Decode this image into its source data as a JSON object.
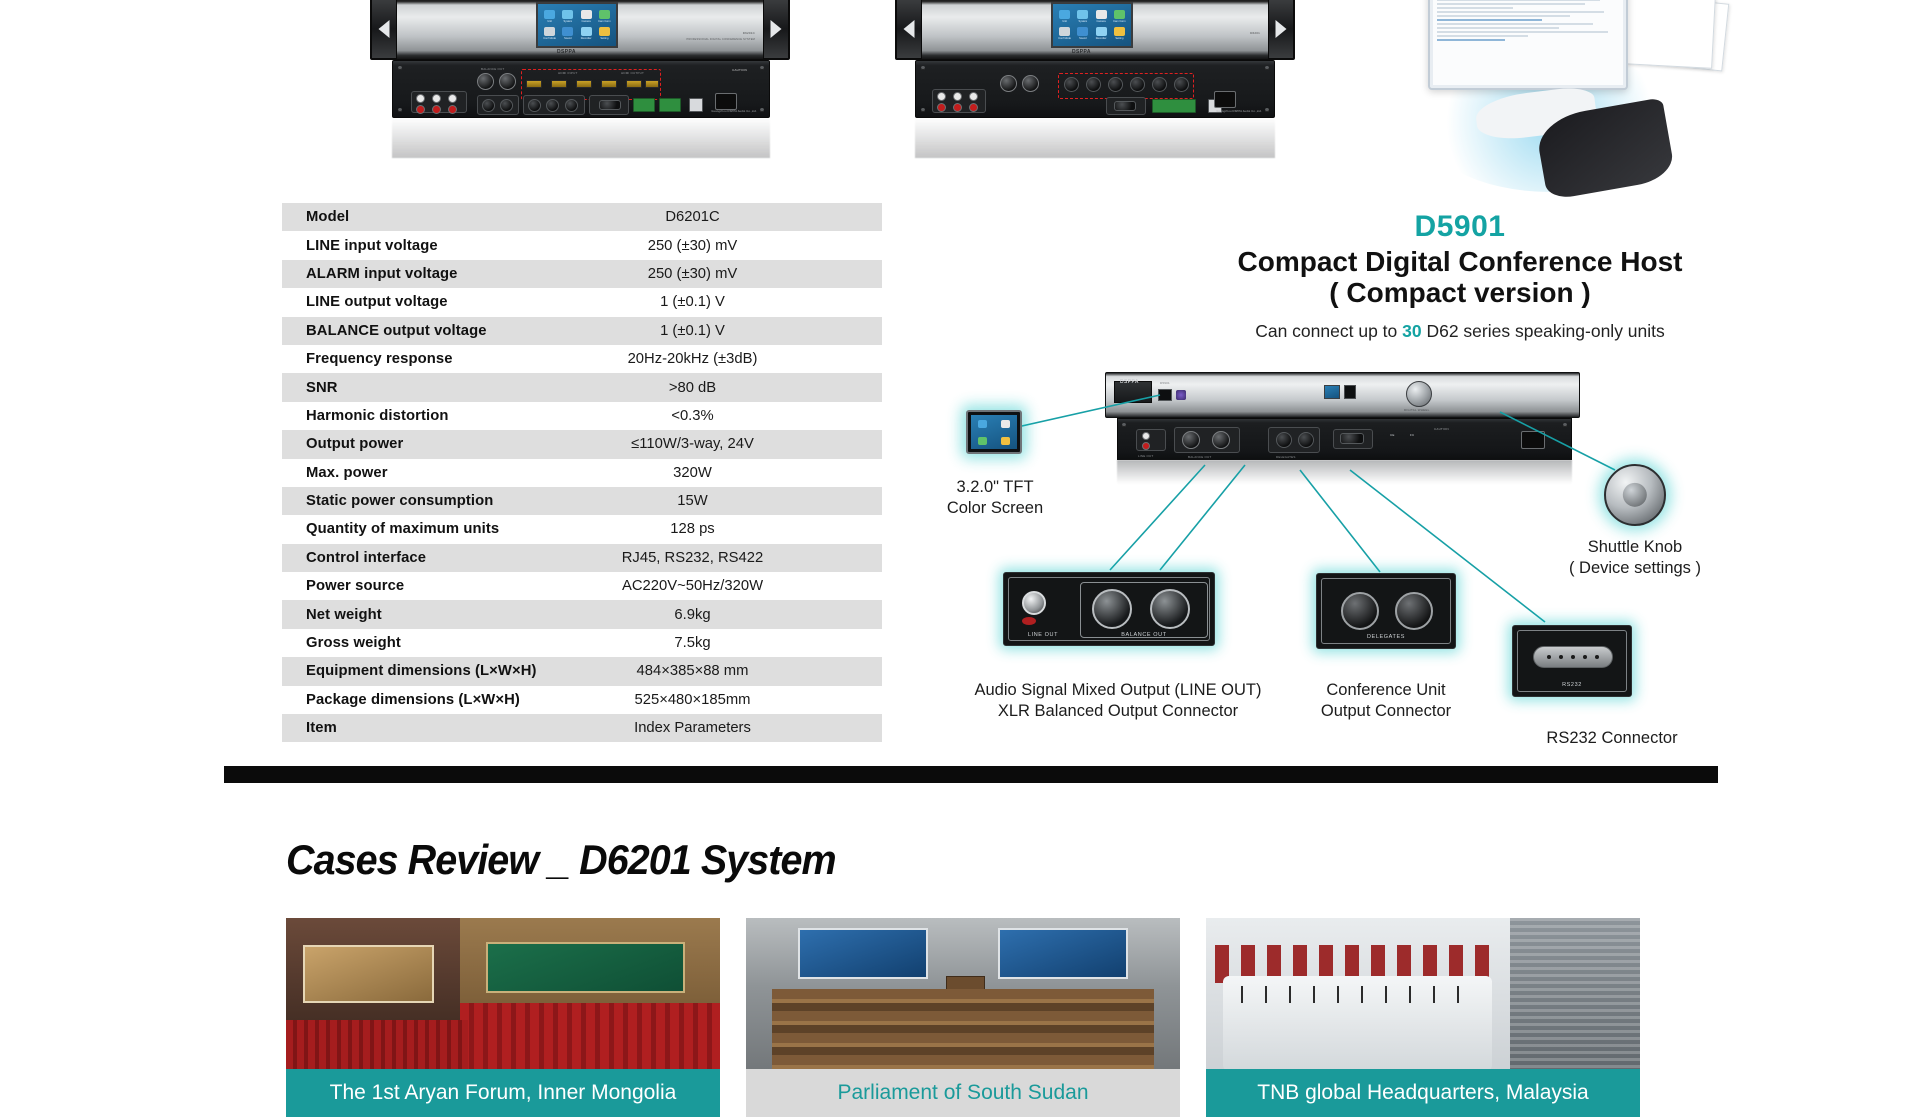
{
  "spec_table": {
    "rows": [
      {
        "label": "Model",
        "value": "D6201C"
      },
      {
        "label": "LINE input voltage",
        "value": "250 (±30) mV"
      },
      {
        "label": "ALARM input voltage",
        "value": "250 (±30) mV"
      },
      {
        "label": "LINE output voltage",
        "value": "1 (±0.1) V"
      },
      {
        "label": "BALANCE output voltage",
        "value": "1 (±0.1) V"
      },
      {
        "label": "Frequency response",
        "value": "20Hz-20kHz (±3dB)"
      },
      {
        "label": "SNR",
        "value": ">80 dB"
      },
      {
        "label": "Harmonic distortion",
        "value": "<0.3%"
      },
      {
        "label": "Output power",
        "value": "≤110W/3-way, 24V"
      },
      {
        "label": "Max. power",
        "value": "320W"
      },
      {
        "label": "Static power consumption",
        "value": "15W"
      },
      {
        "label": "Quantity of maximum units",
        "value": "128 ps"
      },
      {
        "label": "Control interface",
        "value": "RJ45, RS232, RS422"
      },
      {
        "label": "Power source",
        "value": "AC220V~50Hz/320W"
      },
      {
        "label": "Net weight",
        "value": "6.9kg"
      },
      {
        "label": "Gross weight",
        "value": "7.5kg"
      },
      {
        "label": "Equipment dimensions (L×W×H)",
        "value": "484×385×88 mm"
      },
      {
        "label": "Package dimensions (L×W×H)",
        "value": "525×480×185mm"
      },
      {
        "label": "Item",
        "value": "Index Parameters"
      }
    ]
  },
  "product": {
    "code": "D5901",
    "title_line1": "Compact Digital Conference Host",
    "title_line2": "( Compact version )",
    "subtitle_pre": "Can connect up to ",
    "subtitle_count": "30",
    "subtitle_post": " D62 series speaking-only units",
    "accent_color": "#14a3a3"
  },
  "callouts": {
    "tft": "3.2.0\" TFT\nColor Screen",
    "tft_l1": "3.2.0\" TFT",
    "tft_l2": "Color Screen",
    "shuttle_l1": "Shuttle Knob",
    "shuttle_l2": "( Device settings )",
    "line_out_l1": "Audio Signal Mixed Output (LINE OUT)",
    "line_out_l2": "XLR Balanced Output Connector",
    "delegates_l1": "Conference Unit",
    "delegates_l2": "Output Connector",
    "rs232": "RS232 Connector",
    "chip_line_out": "LINE OUT",
    "chip_balance_out": "BALANCE OUT",
    "chip_delegates": "DELEGATES",
    "chip_rs232": "RS232",
    "chip_digital_wheel": "DIGITAL WHEEL"
  },
  "panel_text": {
    "brand": "DSPPA",
    "model_front": "D6201C",
    "model_front_sub": "PROFESSIONAL DIGITAL CONFERENCE SYSTEM",
    "model_front2": "D6201",
    "caution": "CAUTION",
    "company": "Guangzhou DSPPA Audio Co.,Ltd.",
    "hdmi_input": "HDMI INPUT",
    "hdmi_output": "HDMI OUTPUT",
    "balance_out": "BALANCE OUT",
    "delegates": "DELEGATES",
    "internet": "INTERNET",
    "route": "ROUTE",
    "control": "CONTROL SYSTEM",
    "ring": "RING",
    "pc": "PC",
    "alarm": "ALARM IN",
    "line_in": "LINE IN",
    "line_out": "LINE OUT",
    "host_brand": "DSPPA",
    "host_model": "D5901"
  },
  "tft_icons": [
    {
      "name": "unit-function-icon",
      "label": "Unit Function",
      "color": "#4aa8e0"
    },
    {
      "name": "system-function-icon",
      "label": "System Function",
      "color": "#6fc3ea"
    },
    {
      "name": "camera-icon",
      "label": "Camera",
      "color": "#e8e8e8"
    },
    {
      "name": "camera-connection-icon",
      "label": "Camera Connection",
      "color": "#5fc26a"
    },
    {
      "name": "conference-mode-icon",
      "label": "Conference Mode",
      "color": "#cfd6db"
    },
    {
      "name": "sound-effect-icon",
      "label": "Sound Effect",
      "color": "#3f8fd0"
    },
    {
      "name": "recorder-icon",
      "label": "Recorder",
      "color": "#8fd2f2"
    },
    {
      "name": "setting-icon",
      "label": "Setting",
      "color": "#f0c040"
    }
  ],
  "cases": {
    "title": "Cases Review _ D6201 System",
    "items": [
      {
        "caption": "The 1st Aryan Forum, Inner Mongolia",
        "style": "teal"
      },
      {
        "caption": "Parliament of South Sudan",
        "style": "grey"
      },
      {
        "caption": "TNB global Headquarters, Malaysia",
        "style": "teal"
      }
    ]
  }
}
